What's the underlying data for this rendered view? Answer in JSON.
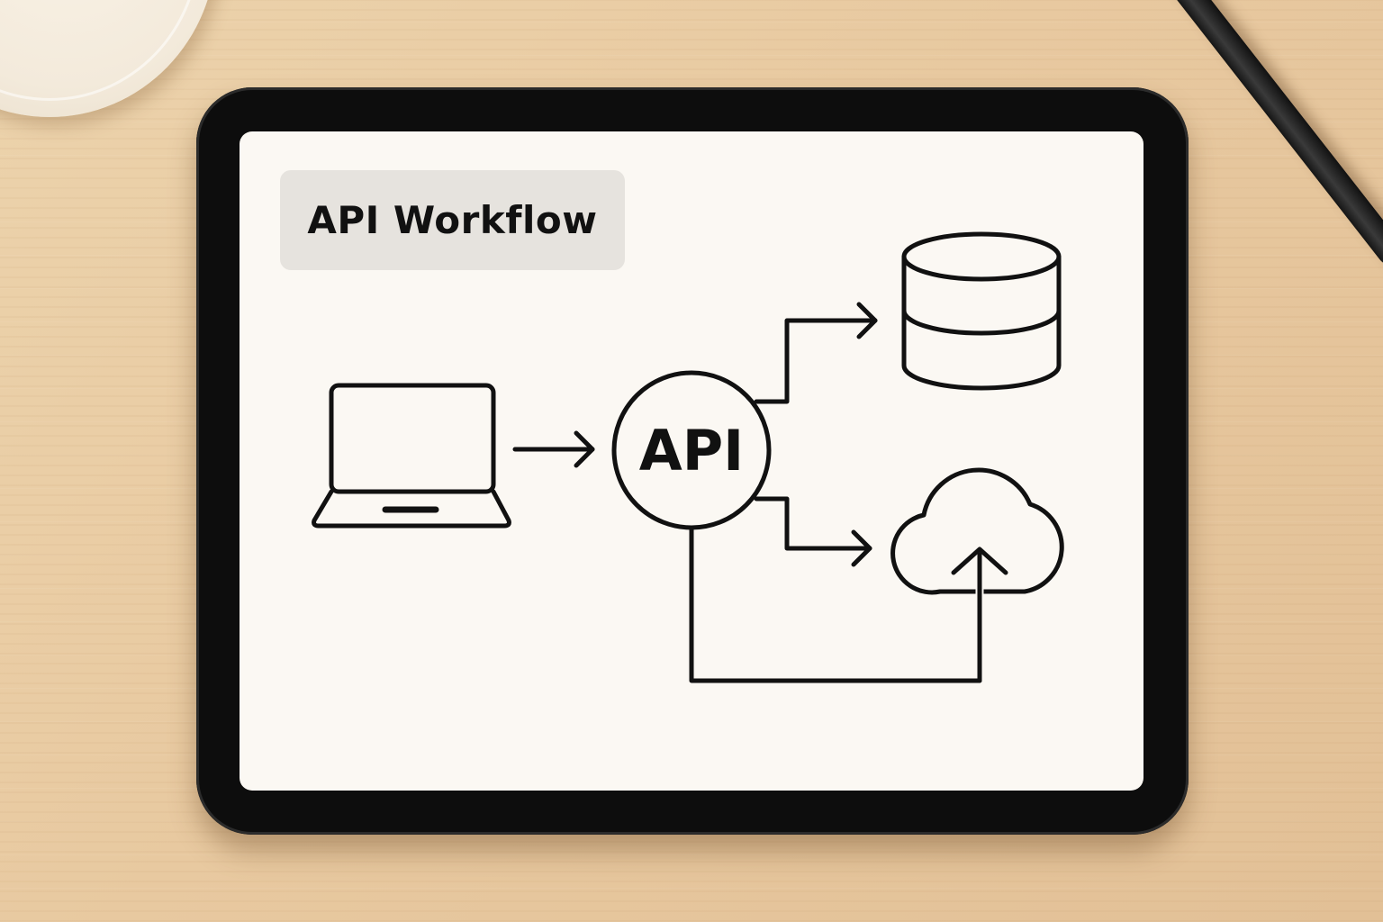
{
  "diagram": {
    "title": "API Workflow",
    "nodes": [
      {
        "id": "client",
        "icon": "laptop-icon"
      },
      {
        "id": "api",
        "icon": "api-circle-icon",
        "label": "API"
      },
      {
        "id": "database",
        "icon": "database-icon"
      },
      {
        "id": "cloud",
        "icon": "cloud-upload-icon"
      }
    ],
    "edges": [
      {
        "from": "client",
        "to": "api"
      },
      {
        "from": "api",
        "to": "database"
      },
      {
        "from": "api",
        "to": "cloud"
      },
      {
        "from": "api",
        "to": "cloud",
        "via": "bottom"
      }
    ]
  },
  "colors": {
    "ink": "#111111",
    "screen": "#fbf8f3",
    "title_box": "#e6e3de",
    "desk": "#e8c9a0"
  }
}
